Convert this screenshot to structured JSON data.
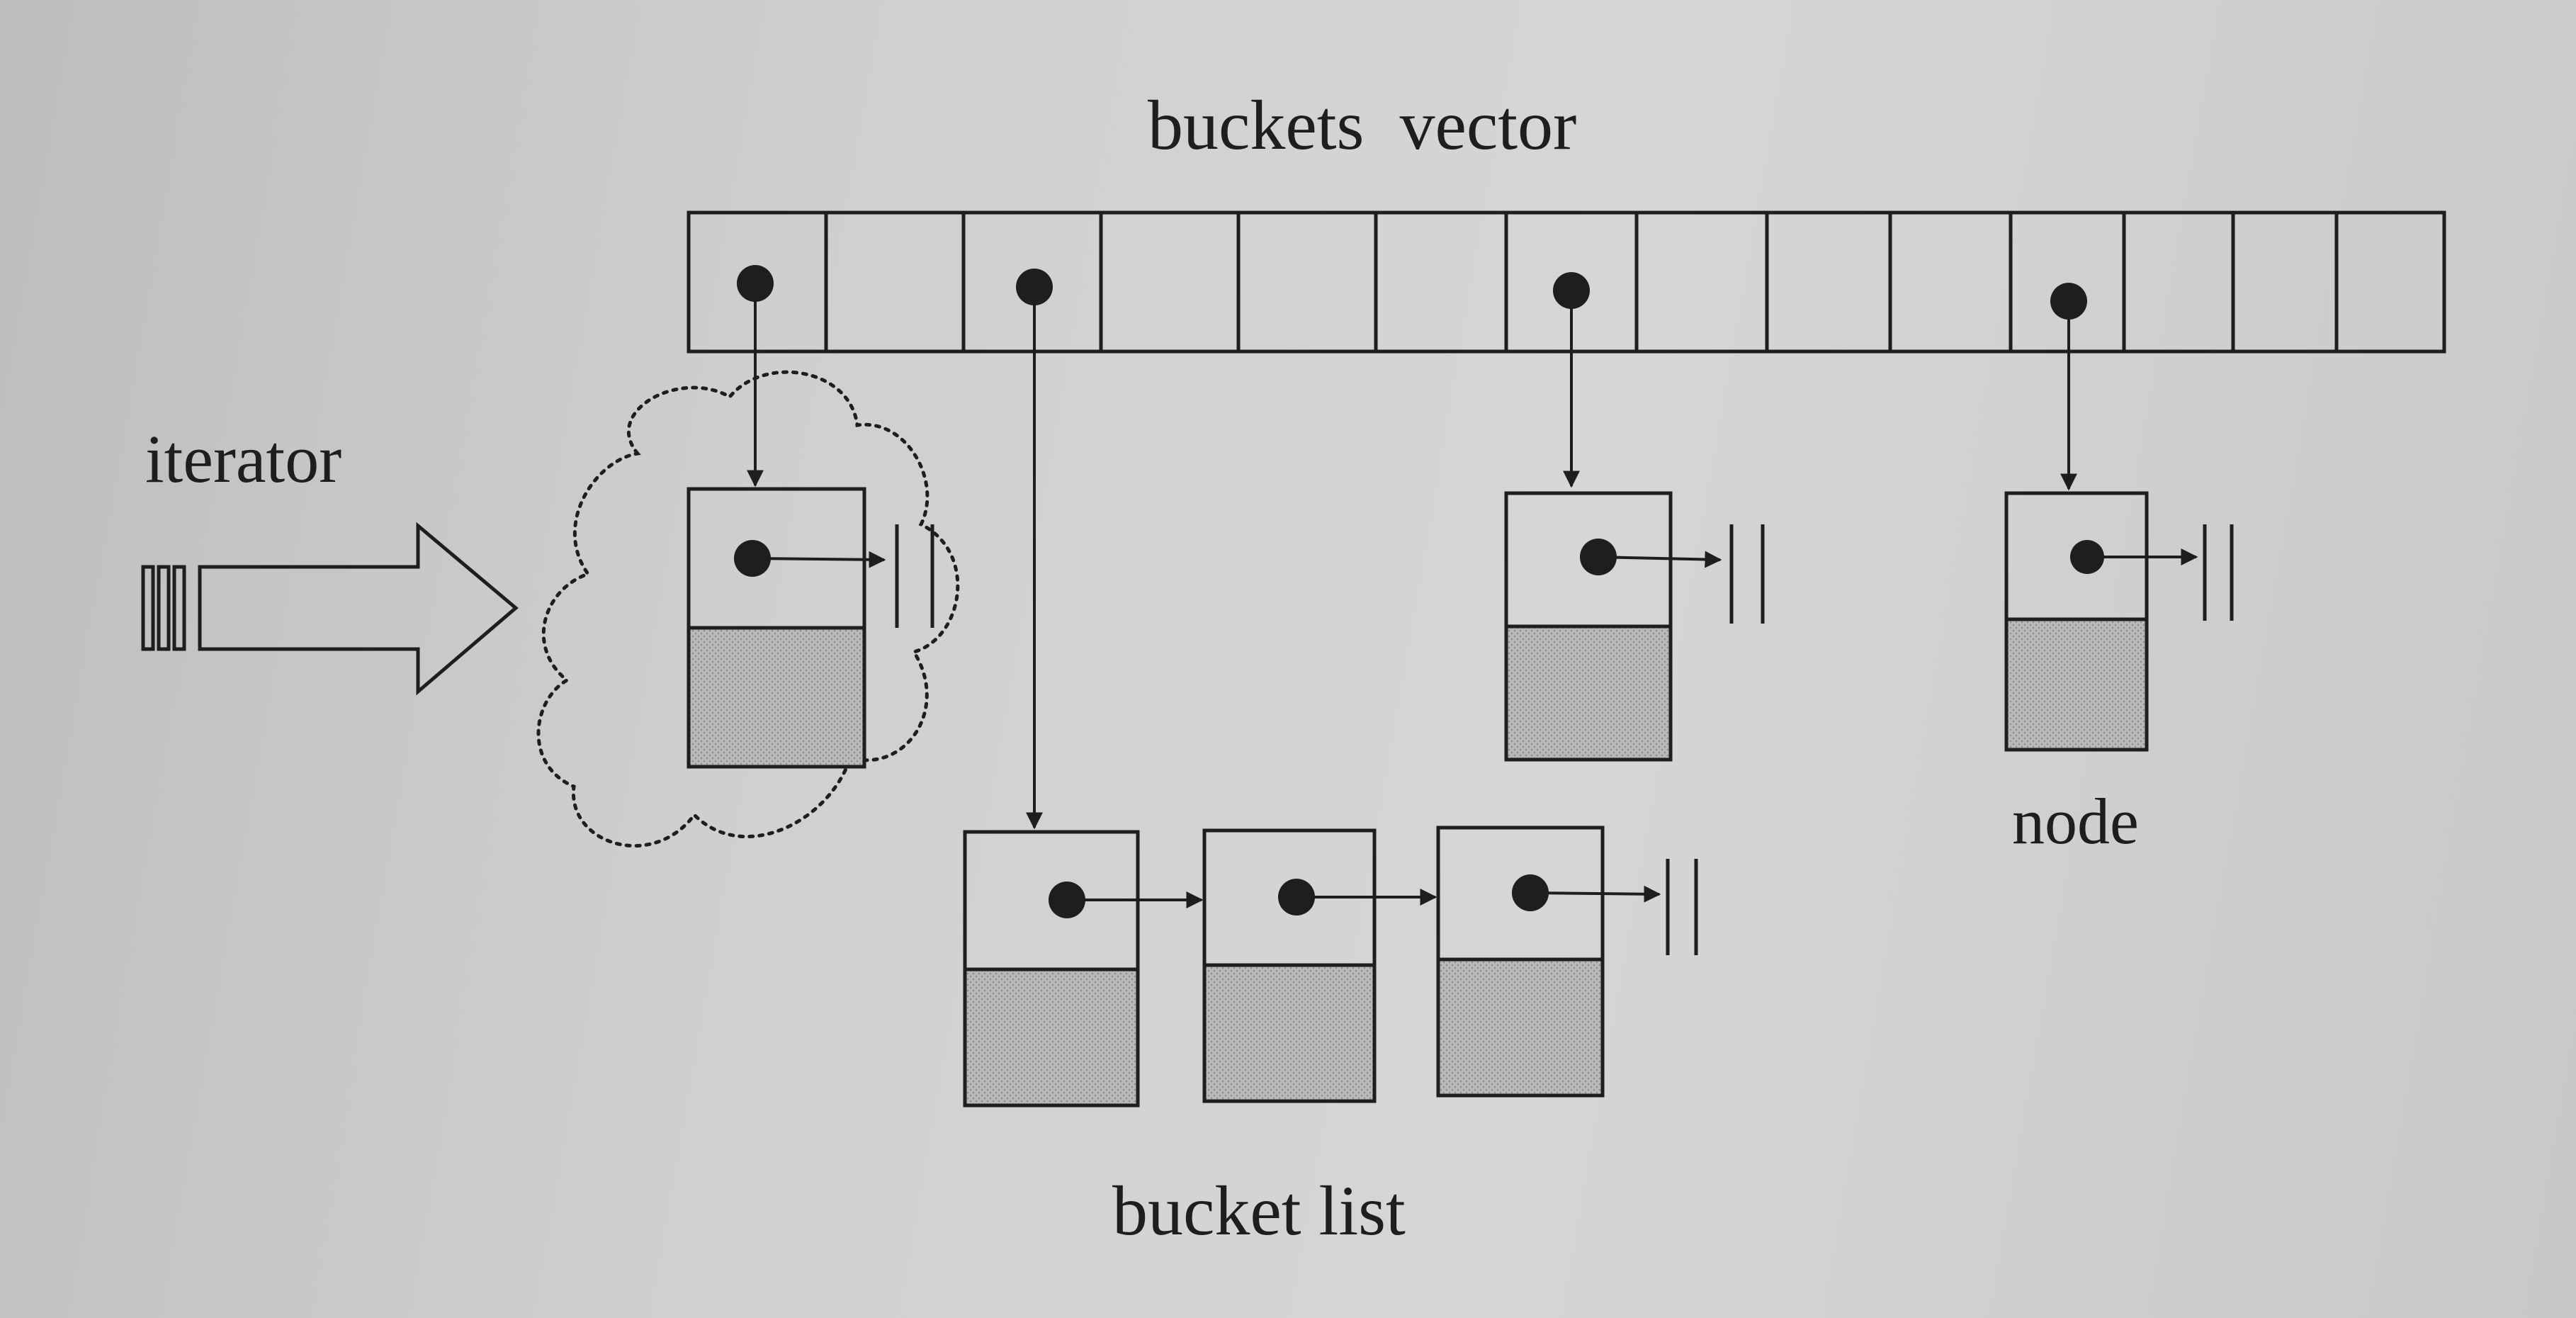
{
  "labels": {
    "buckets_vector": "buckets  vector",
    "iterator": "iterator",
    "node": "node",
    "bucket_list": "bucket list"
  },
  "buckets": {
    "count": 14,
    "occupied_indices": [
      0,
      2,
      6,
      10
    ]
  },
  "chains": [
    {
      "bucket": 0,
      "length": 1,
      "enclosed_in_cloud": true
    },
    {
      "bucket": 2,
      "length": 3,
      "enclosed_in_cloud": false
    },
    {
      "bucket": 6,
      "length": 1,
      "enclosed_in_cloud": false
    },
    {
      "bucket": 10,
      "length": 1,
      "enclosed_in_cloud": false
    }
  ],
  "colors": {
    "ink": "#1e1e1e",
    "node_value_fill": "#b4b4b2",
    "background": "#cfcfcd"
  }
}
